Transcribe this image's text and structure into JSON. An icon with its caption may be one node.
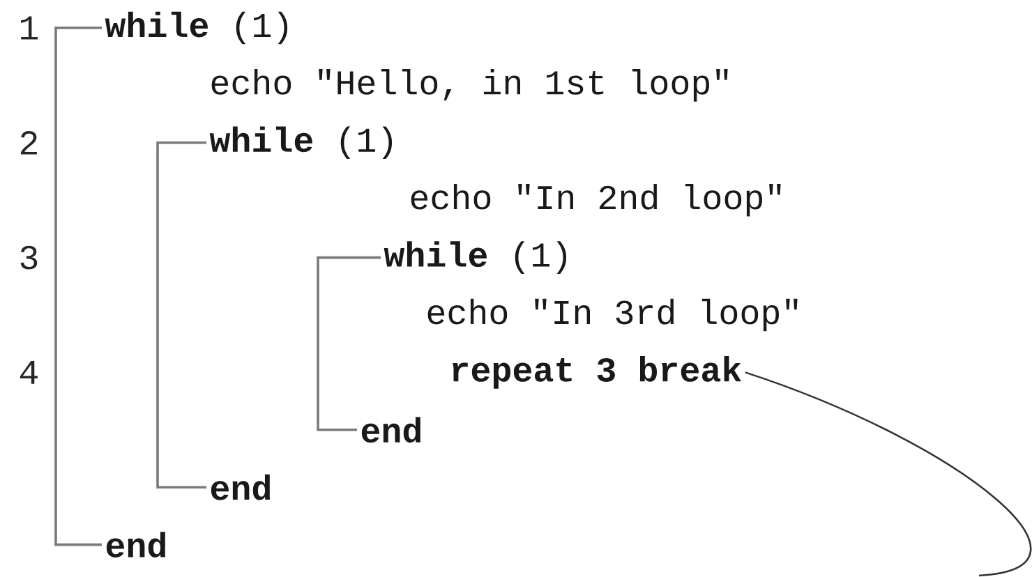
{
  "diagram": {
    "nodes": [
      {
        "text": [
          "**while** (1)"
        ]
      },
      {
        "text": [
          "echo \"Hello, in 1st loop\""
        ]
      },
      {
        "text": [
          "**while** (1)"
        ]
      },
      {
        "text": [
          "echo \"In 2nd loop\""
        ]
      },
      {
        "text": [
          "**while** (1)"
        ]
      },
      {
        "text": [
          "echo \"In 3rd loop\""
        ]
      },
      {
        "text": [
          "repeat 3 break"
        ]
      },
      {
        "text": [
          "end"
        ]
      },
      {
        "text": [
          "end"
        ]
      },
      {
        "text": [
          "end"
        ]
      }
    ],
    "edges": [
      {
        "from": 0,
        "to": 9,
        "arrow": "none"
      },
      {
        "from": 2,
        "to": 8,
        "arrow": "none"
      },
      {
        "from": 4,
        "to": 7,
        "arrow": "none"
      },
      {
        "from": 6,
        "to": null,
        "arrow": "none",
        "color": "#333333"
      }
    ],
    "labels": [
      "1",
      "2",
      "3",
      "4"
    ]
  }
}
